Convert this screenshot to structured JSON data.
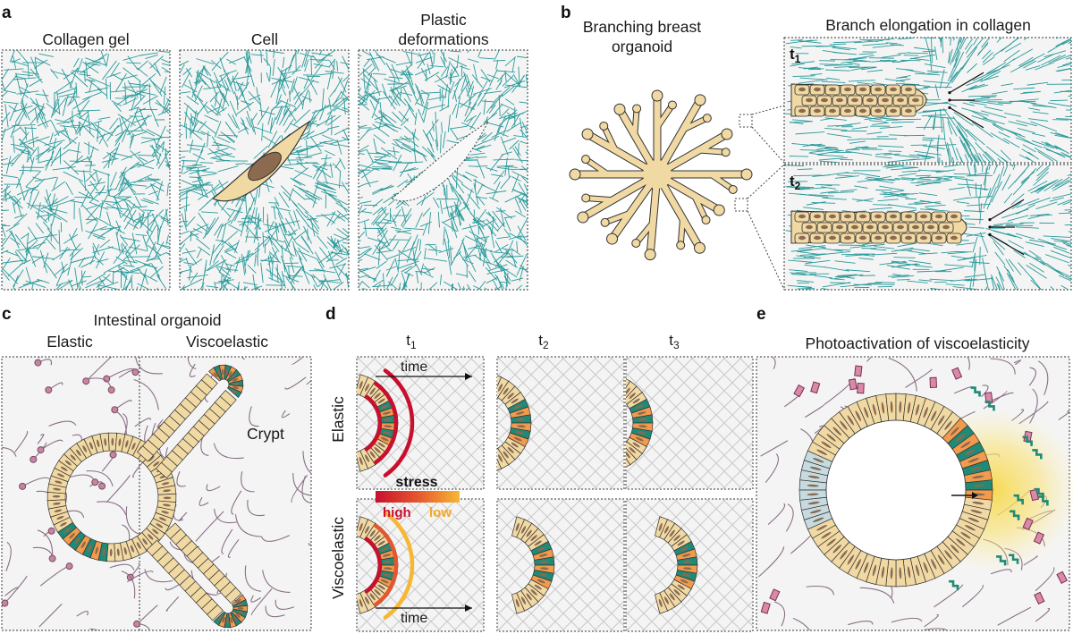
{
  "panels": {
    "a": {
      "label": "a",
      "titles": [
        "Collagen gel",
        "Cell",
        "Plastic",
        "deformations"
      ]
    },
    "b": {
      "label": "b",
      "organoid_title": [
        "Branching breast",
        "organoid"
      ],
      "elongation_title": "Branch elongation in collagen",
      "time1": "t",
      "time1_sub": "1",
      "time2": "t",
      "time2_sub": "2"
    },
    "c": {
      "label": "c",
      "title": "Intestinal organoid",
      "left": "Elastic",
      "right": "Viscoelastic",
      "crypt": "Crypt"
    },
    "d": {
      "label": "d",
      "cols": [
        {
          "t": "t",
          "sub": "1"
        },
        {
          "t": "t",
          "sub": "2"
        },
        {
          "t": "t",
          "sub": "3"
        }
      ],
      "row1": "Elastic",
      "row2": "Viscoelastic",
      "time_top": "time",
      "time_bottom": "time",
      "stress": "stress",
      "high": "high",
      "low": "low"
    },
    "e": {
      "label": "e",
      "title": "Photoactivation of viscoelasticity"
    }
  },
  "colors": {
    "collagen": "#2a9a9a",
    "cell": "#f1d9a4",
    "nucleus": "#8b6a4f",
    "green_cell": "#1f8a76",
    "orange_cell": "#f29a4e",
    "stress_high": "#c8102e",
    "stress_low": "#f5a623",
    "polymer": "#8a6f86",
    "crosslinker": "#c2507a",
    "photo": "#f7d84a"
  }
}
